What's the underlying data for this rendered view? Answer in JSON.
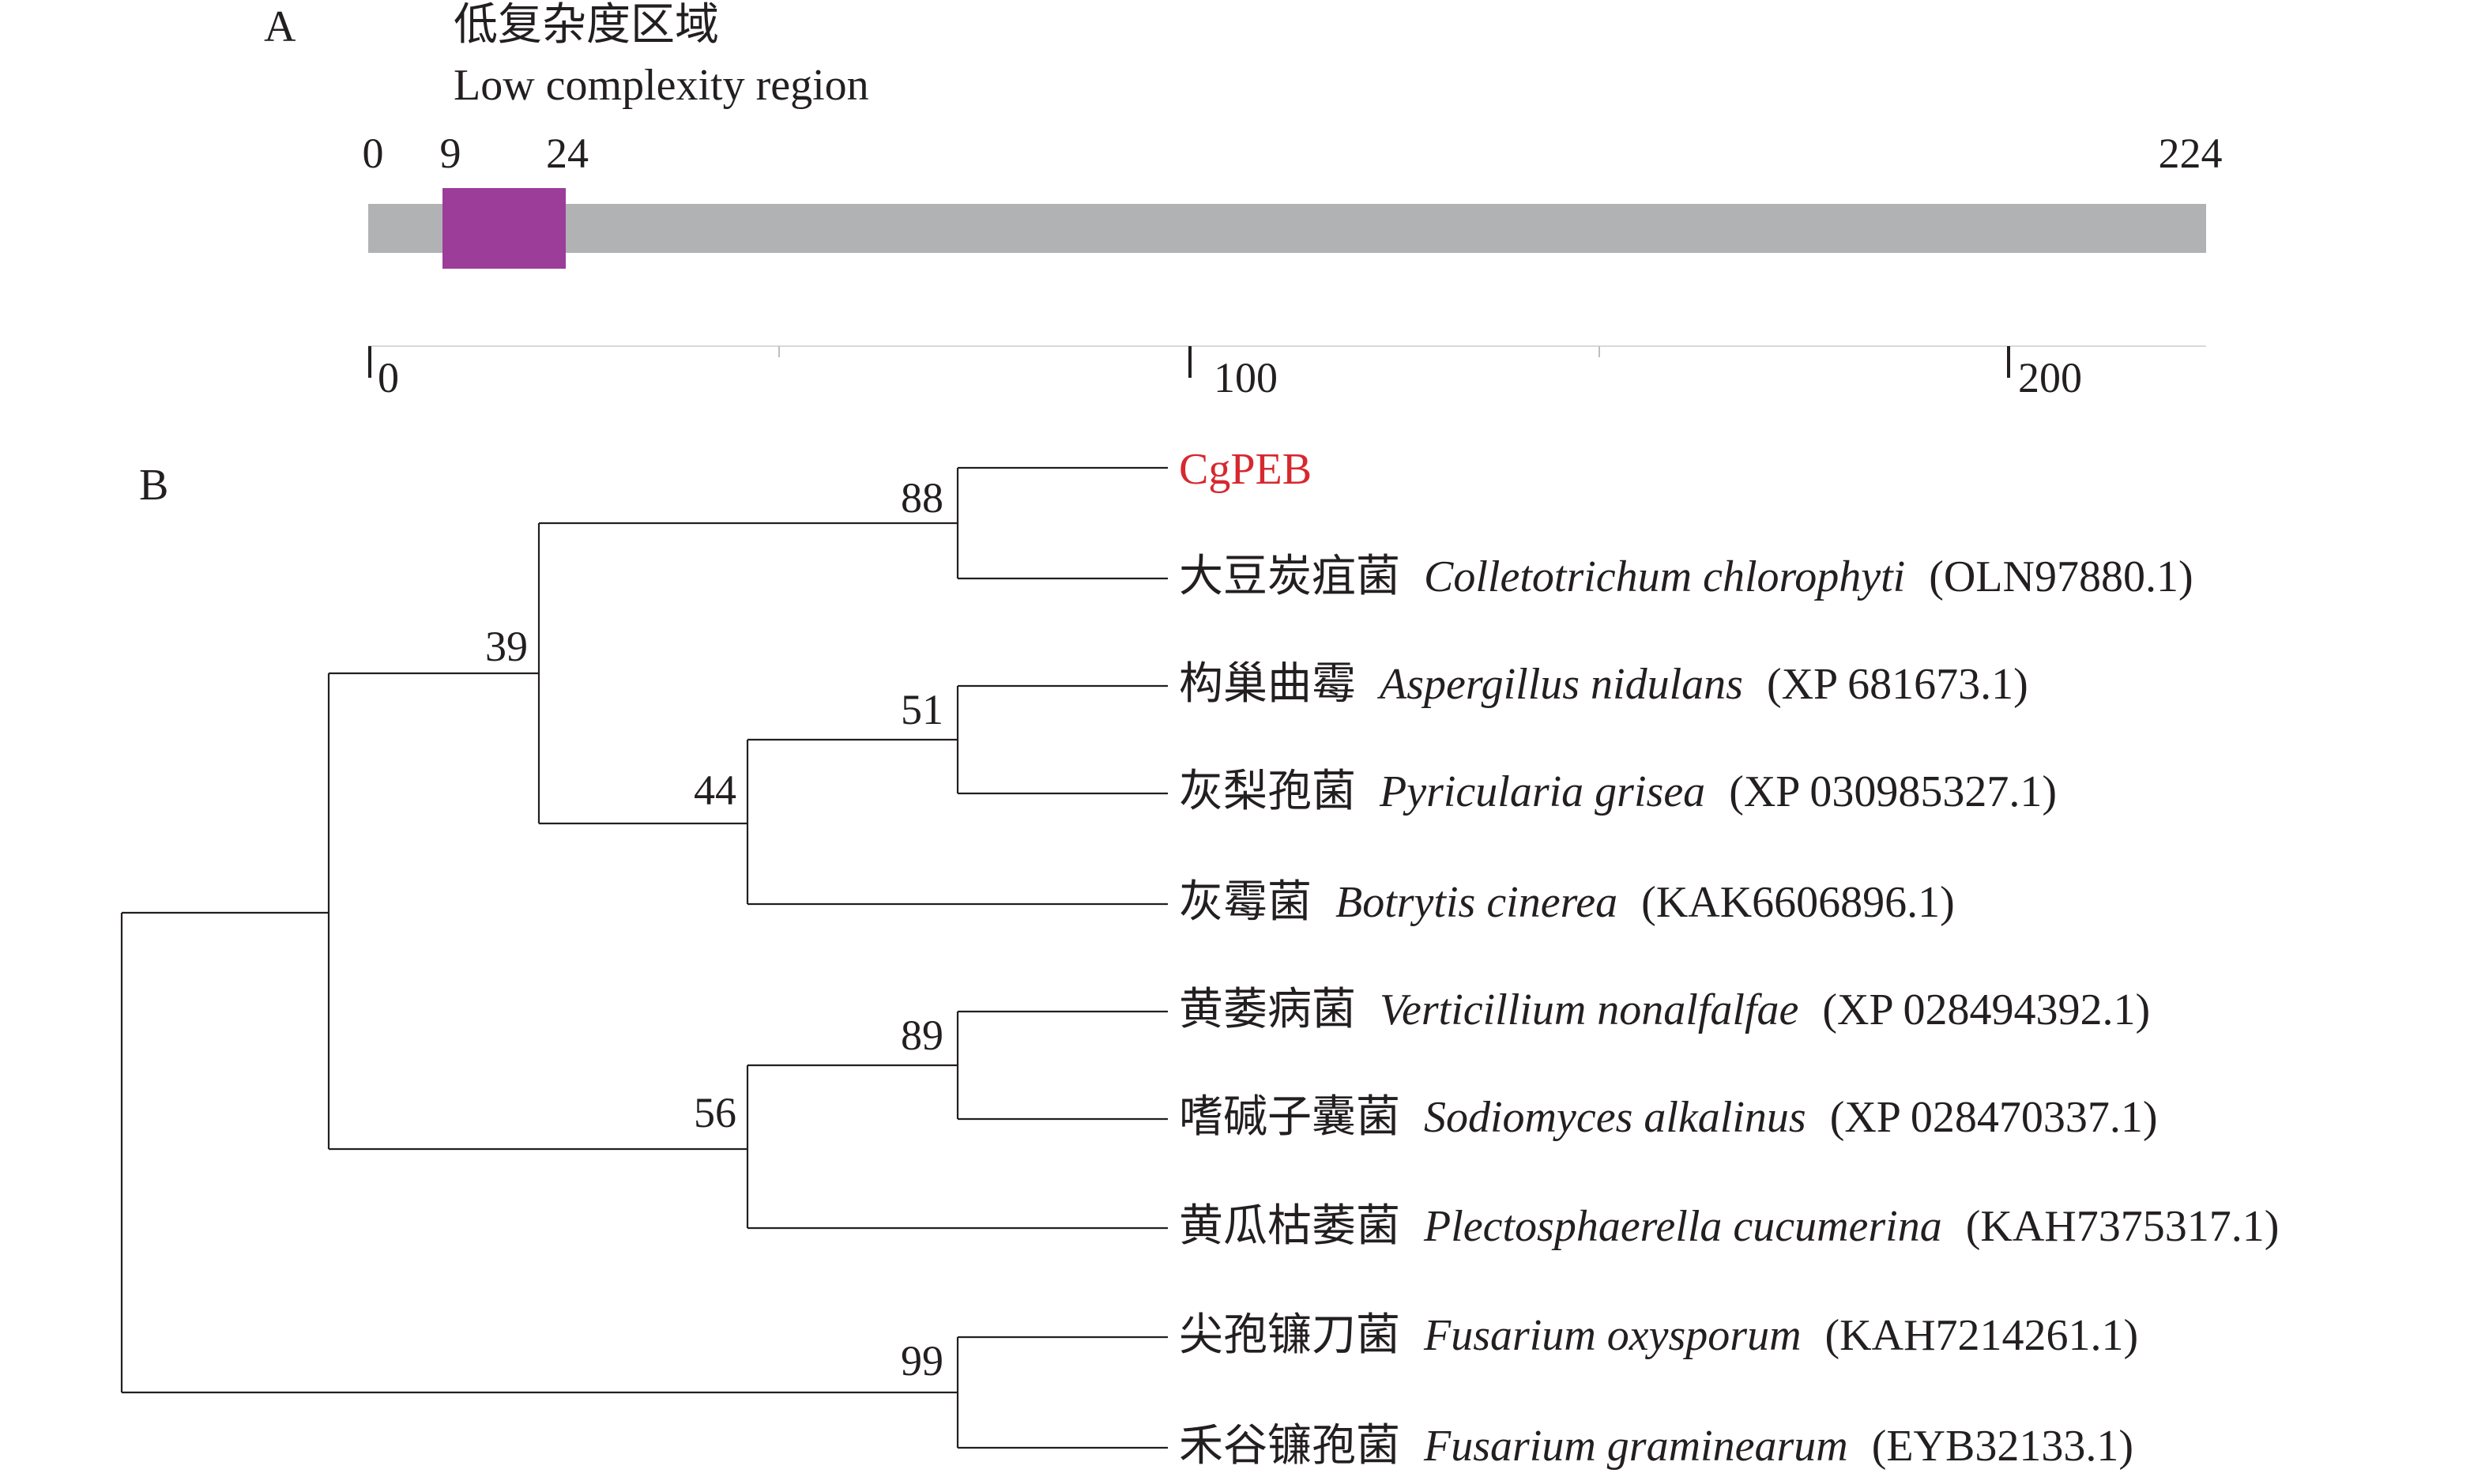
{
  "panel_a": {
    "letter": "A",
    "domain_title_zh": "低复杂度区域",
    "domain_title_en": "Low complexity region",
    "protein_length": 224,
    "domain": {
      "start": 9,
      "end": 24
    },
    "position_labels": [
      "0",
      "9",
      "24",
      "224"
    ],
    "ruler_labels": [
      "0",
      "100",
      "200"
    ],
    "colors": {
      "bar": "#b1b2b4",
      "domain": "#9b3d99"
    }
  },
  "panel_b": {
    "letter": "B",
    "highlight_color": "#d7282f",
    "support_values": [
      "88",
      "39",
      "51",
      "44",
      "89",
      "56",
      "99"
    ],
    "leaves": [
      {
        "id": "cgpeb",
        "zh": "",
        "sci": "",
        "acc": "",
        "name": "CgPEB",
        "highlight": true
      },
      {
        "id": "colletotrichum",
        "zh": "大豆炭疽菌",
        "sci": "Colletotrichum chlorophyti",
        "acc": "(OLN97880.1)"
      },
      {
        "id": "aspergillus",
        "zh": "构巢曲霉",
        "sci": "Aspergillus nidulans",
        "acc": "(XP 681673.1)"
      },
      {
        "id": "pyricularia",
        "zh": "灰梨孢菌",
        "sci": "Pyricularia grisea",
        "acc": "(XP 030985327.1)"
      },
      {
        "id": "botrytis",
        "zh": "灰霉菌",
        "sci": "Botrytis cinerea",
        "acc": "(KAK6606896.1)"
      },
      {
        "id": "verticillium",
        "zh": "黄萎病菌",
        "sci": "Verticillium nonalfalfae",
        "acc": "(XP 028494392.1)"
      },
      {
        "id": "sodiomyces",
        "zh": "嗜碱子囊菌",
        "sci": "Sodiomyces alkalinus",
        "acc": "(XP 028470337.1)"
      },
      {
        "id": "plectosphaerella",
        "zh": "黄瓜枯萎菌",
        "sci": "Plectosphaerella cucumerina",
        "acc": "(KAH7375317.1)"
      },
      {
        "id": "fusarium-oxysporum",
        "zh": "尖孢镰刀菌",
        "sci": "Fusarium oxysporum",
        "acc": "(KAH7214261.1)"
      },
      {
        "id": "fusarium-graminearum",
        "zh": "禾谷镰孢菌",
        "sci": "Fusarium graminearum",
        "acc": "(EYB32133.1)"
      }
    ]
  }
}
